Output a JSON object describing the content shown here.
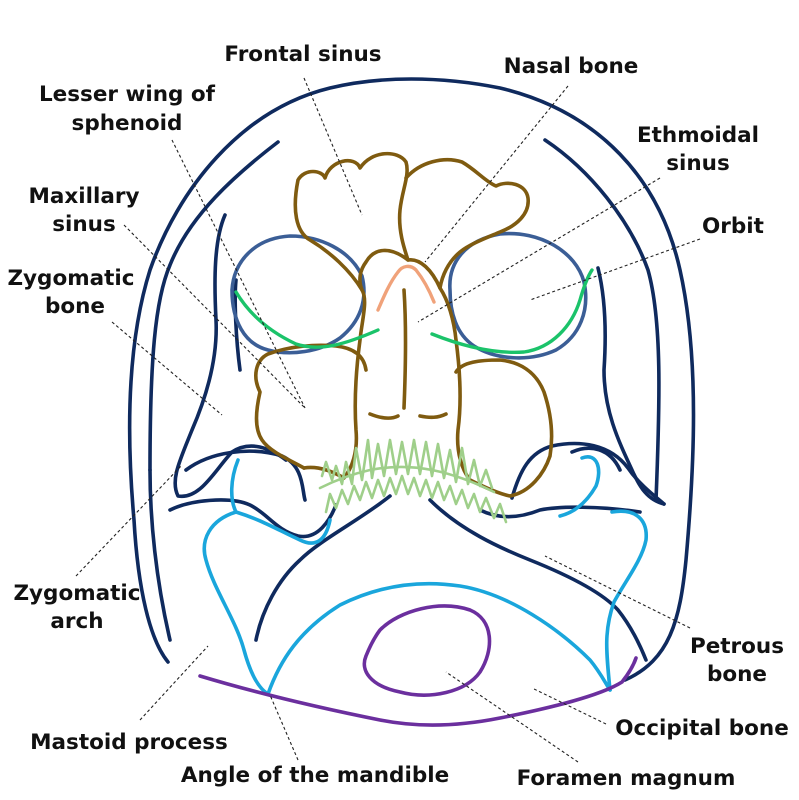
{
  "labels": {
    "frontal_sinus": "Frontal sinus",
    "nasal_bone": "Nasal bone",
    "lesser_wing_1": "Lesser wing of",
    "lesser_wing_2": "sphenoid",
    "ethmoidal_1": "Ethmoidal",
    "ethmoidal_2": "sinus",
    "maxillary_1": "Maxillary",
    "maxillary_2": "sinus",
    "orbit": "Orbit",
    "zygomatic_bone_1": "Zygomatic",
    "zygomatic_bone_2": "bone",
    "zygomatic_arch_1": "Zygomatic",
    "zygomatic_arch_2": "arch",
    "petrous_1": "Petrous",
    "petrous_2": "bone",
    "mastoid": "Mastoid process",
    "occipital": "Occipital bone",
    "angle_mandible": "Angle of the mandible",
    "foramen_magnum": "Foramen magnum"
  },
  "colors": {
    "skull_outline": "#0f2a5e",
    "petrous_outline": "#1aa6dc",
    "mandible_and_foramen": "#6b2f9e",
    "sinuses": "#7f5b10",
    "orbits": "#3b5e96",
    "lesser_wing": "#1bc36a",
    "nasal_bone": "#f0a27a",
    "teeth": "#9fcf8a"
  }
}
